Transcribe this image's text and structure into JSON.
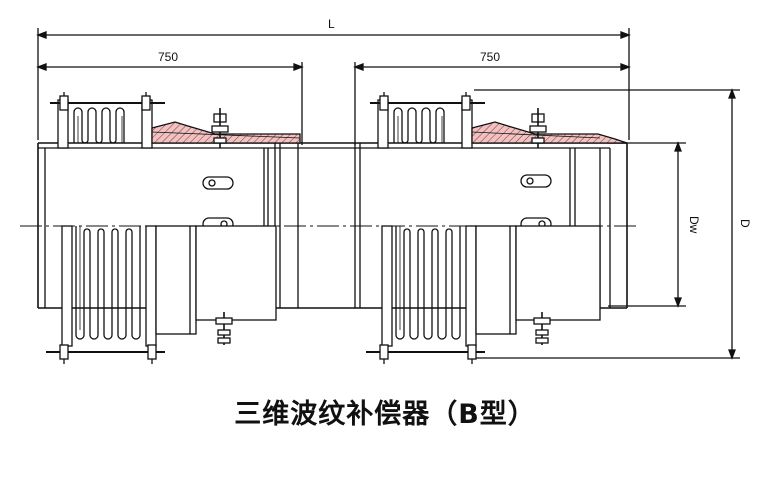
{
  "drawing": {
    "caption": "三维波纹补偿器（B型）",
    "dimensions": {
      "overall_length": "L",
      "left_segment": "750",
      "right_segment": "750",
      "inner_diameter": "Dw",
      "outer_diameter": "D"
    },
    "colors": {
      "line": "#111111",
      "hatch_fill": "#f2b7b7"
    }
  }
}
